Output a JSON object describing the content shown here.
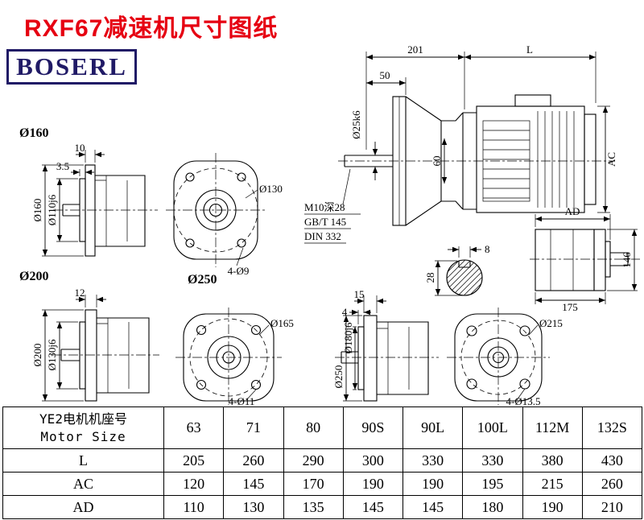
{
  "header": {
    "title": "RXF67减速机尺寸图纸",
    "logo": "BOSERL"
  },
  "colors": {
    "title_red": "#e60012",
    "logo_navy": "#201a66",
    "line_black": "#000000"
  },
  "drawing": {
    "groups": {
      "g160": "Ø160",
      "g200": "Ø200",
      "g250": "Ø250"
    },
    "main": {
      "d201": "201",
      "dL": "L",
      "d50": "50",
      "shaft_dia": "Ø25k6",
      "d60": "60",
      "dAC": "AC"
    },
    "notes": {
      "tap": "M10深28",
      "std1": "GB/T 145",
      "std2": "DIN 332"
    },
    "v160": {
      "d10": "10",
      "d3_5": "3.5",
      "flange": "Ø160",
      "spigot": "Ø110j6"
    },
    "f130": {
      "bolt_circle": "Ø130",
      "holes": "4-Ø9"
    },
    "keyway": {
      "width": "8",
      "depth": "28"
    },
    "vAD": {
      "dAD": "AD",
      "d146": "146",
      "d175": "175"
    },
    "v200": {
      "d12": "12",
      "flange": "Ø200",
      "spigot": "Ø130j6"
    },
    "f165": {
      "bolt_circle": "Ø165",
      "holes": "4-Ø11"
    },
    "v250": {
      "d15": "15",
      "d4": "4",
      "flange": "Ø250",
      "spigot": "Ø180j6"
    },
    "f215": {
      "bolt_circle": "Ø215",
      "holes": "4-Ø13.5"
    }
  },
  "table": {
    "header": {
      "label_cn": "YE2电机机座号",
      "label_en": "Motor Size",
      "sizes": [
        "63",
        "71",
        "80",
        "90S",
        "90L",
        "100L",
        "112M",
        "132S"
      ]
    },
    "rows": [
      {
        "label": "L",
        "values": [
          "205",
          "260",
          "290",
          "300",
          "330",
          "330",
          "380",
          "430"
        ]
      },
      {
        "label": "AC",
        "values": [
          "120",
          "145",
          "170",
          "190",
          "190",
          "195",
          "215",
          "260"
        ]
      },
      {
        "label": "AD",
        "values": [
          "110",
          "130",
          "135",
          "145",
          "145",
          "180",
          "190",
          "210"
        ]
      }
    ]
  }
}
